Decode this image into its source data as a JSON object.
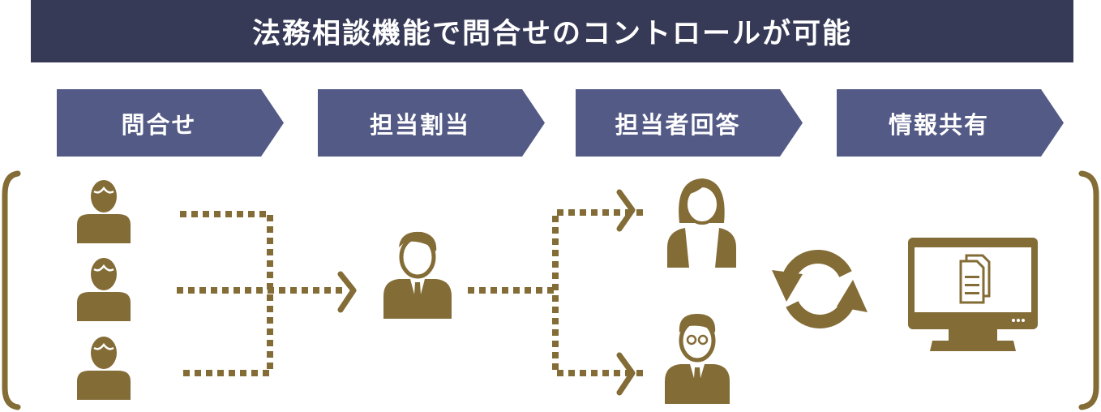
{
  "title": "法務相談機能で問合せのコントロールが可能",
  "steps": [
    {
      "label": "問合せ"
    },
    {
      "label": "担当割当"
    },
    {
      "label": "担当者回答"
    },
    {
      "label": "情報共有"
    }
  ],
  "colors": {
    "title_bg": "#363a57",
    "step_bg": "#535a85",
    "icon": "#836c36"
  }
}
